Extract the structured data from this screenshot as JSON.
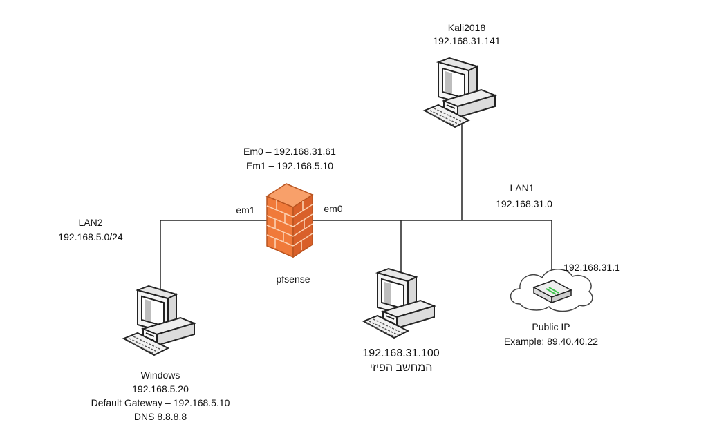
{
  "kali": {
    "name": "Kali2018",
    "ip": "192.168.31.141"
  },
  "firewall": {
    "em0_line": "Em0 – 192.168.31.61",
    "em1_line": "Em1 – 192.168.5.10",
    "port_em1": "em1",
    "port_em0": "em0",
    "name": "pfsense"
  },
  "lan1": {
    "name": "LAN1",
    "subnet": "192.168.31.0"
  },
  "lan2": {
    "name": "LAN2",
    "subnet": "192.168.5.0/24"
  },
  "windows": {
    "name": "Windows",
    "ip": "192.168.5.20",
    "gateway": "Default Gateway – 192.168.5.10",
    "dns": "DNS 8.8.8.8"
  },
  "physical_pc": {
    "ip": "192.168.31.100",
    "name": "המחשב הפיזי"
  },
  "router": {
    "ip": "192.168.31.1",
    "public_label": "Public IP",
    "example": "Example: 89.40.40.22"
  },
  "icons": [
    "desktop-computer-icon",
    "firewall-icon",
    "router-cloud-icon"
  ],
  "colors": {
    "line": "#222222",
    "firewall_brick": "#f07a3a",
    "router_light": "#3cc24a"
  }
}
